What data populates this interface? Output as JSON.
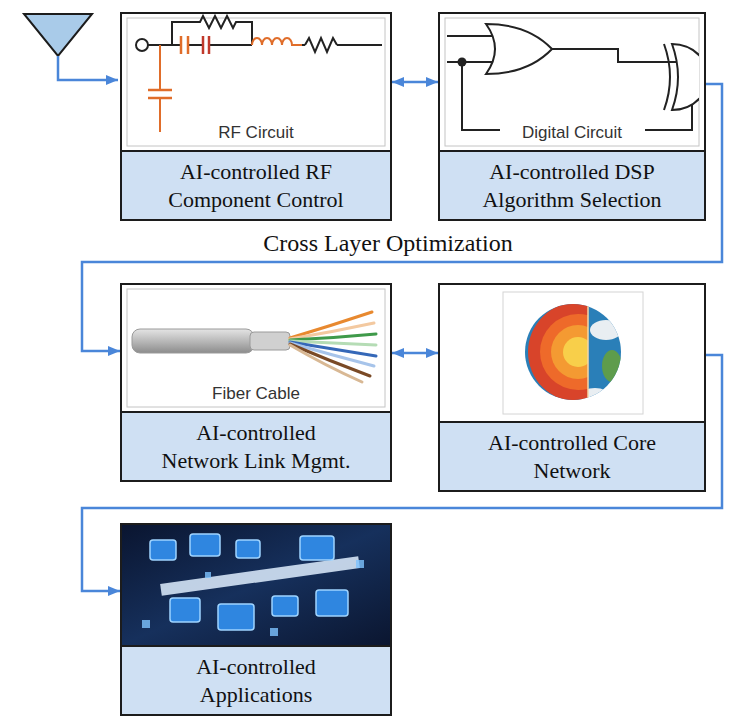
{
  "diagram": {
    "nodes": [
      {
        "text": [
          "RF Circuit",
          "AI-controlled RF Component Control"
        ]
      },
      {
        "text": [
          "Digital Circuit",
          "AI-controlled DSP Algorithm Selection"
        ]
      },
      {
        "text": [
          "Fiber Cable",
          "AI-controlled Network Link Mgmt."
        ]
      },
      {
        "text": [
          "AI-controlled Core Network"
        ]
      },
      {
        "text": [
          "AI-controlled Applications"
        ]
      }
    ],
    "edges": [
      {
        "from": 0,
        "to": 1,
        "arrow": "both"
      },
      {
        "from": 1,
        "to": 2,
        "arrow": "to"
      },
      {
        "from": 2,
        "to": 3,
        "arrow": "both"
      },
      {
        "from": 3,
        "to": 4,
        "arrow": "to"
      }
    ],
    "labels": [
      "Cross Layer Optimization"
    ]
  }
}
